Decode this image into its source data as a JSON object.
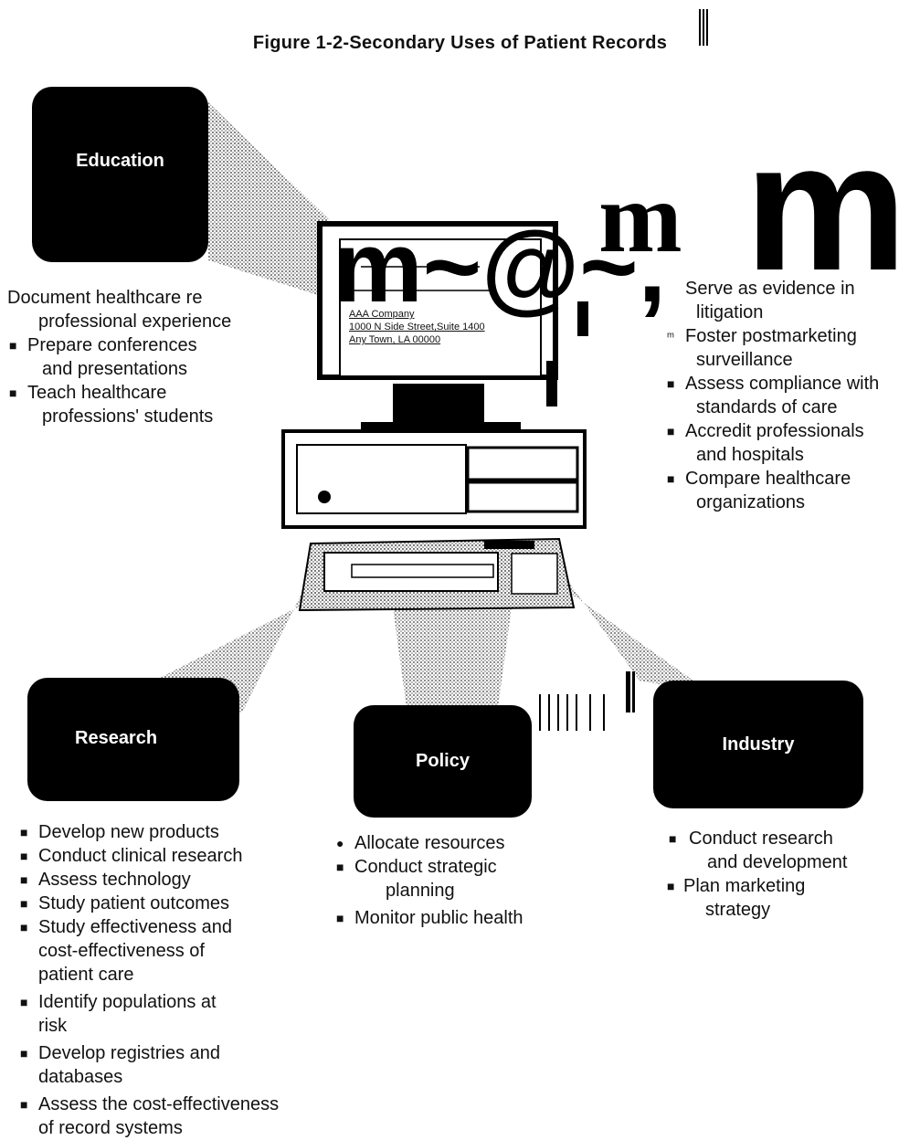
{
  "title": "Figure 1-2-Secondary Uses of Patient Records",
  "boxes": {
    "education": "Education",
    "research": "Research",
    "policy": "Policy",
    "industry": "Industry"
  },
  "screen_text": {
    "line1": "AAA Company",
    "line2": "1000 N Side Street,Suite 1400",
    "line3": "Any Town, LA 00000"
  },
  "education_items": {
    "item1_line1": "Document healthcare re",
    "item1_line2": "professional experience",
    "item2_line1": "Prepare conferences",
    "item2_line2": "and presentations",
    "item3_line1": "Teach healthcare",
    "item3_line2": "professions' students"
  },
  "legal_items": {
    "item1_line1": "Serve as evidence in",
    "item1_line2": "litigation",
    "item2_line1": "Foster postmarketing",
    "item2_line2": "surveillance",
    "item3_line1": "Assess compliance with",
    "item3_line2": "standards of care",
    "item4_line1": "Accredit professionals",
    "item4_line2": "and hospitals",
    "item5_line1": "Compare healthcare",
    "item5_line2": "organizations"
  },
  "research_items": {
    "item1": "Develop new products",
    "item2": "Conduct clinical research",
    "item3": "Assess technology",
    "item4": "Study patient outcomes",
    "item5_line1": "Study effectiveness and",
    "item5_line2": "cost-effectiveness of",
    "item5_line3": "patient care",
    "item6_line1": "Identify populations at",
    "item6_line2": "risk",
    "item7_line1": "Develop registries and",
    "item7_line2": "databases",
    "item8_line1": "Assess the cost-effectiveness",
    "item8_line2": "of record systems"
  },
  "policy_items": {
    "item1": "Allocate resources",
    "item2_line1": "Conduct strategic",
    "item2_line2": "planning",
    "item3": "Monitor public health"
  },
  "industry_items": {
    "item1_line1": "Conduct research",
    "item1_line2": "and development",
    "item2_line1": "Plan marketing",
    "item2_line2": "strategy"
  },
  "colors": {
    "box": "#000000",
    "background": "#ffffff",
    "halftone": "#7a7a7a"
  },
  "icons": [
    "computer-icon",
    "bullet-square-icon",
    "bullet-dot-icon"
  ]
}
